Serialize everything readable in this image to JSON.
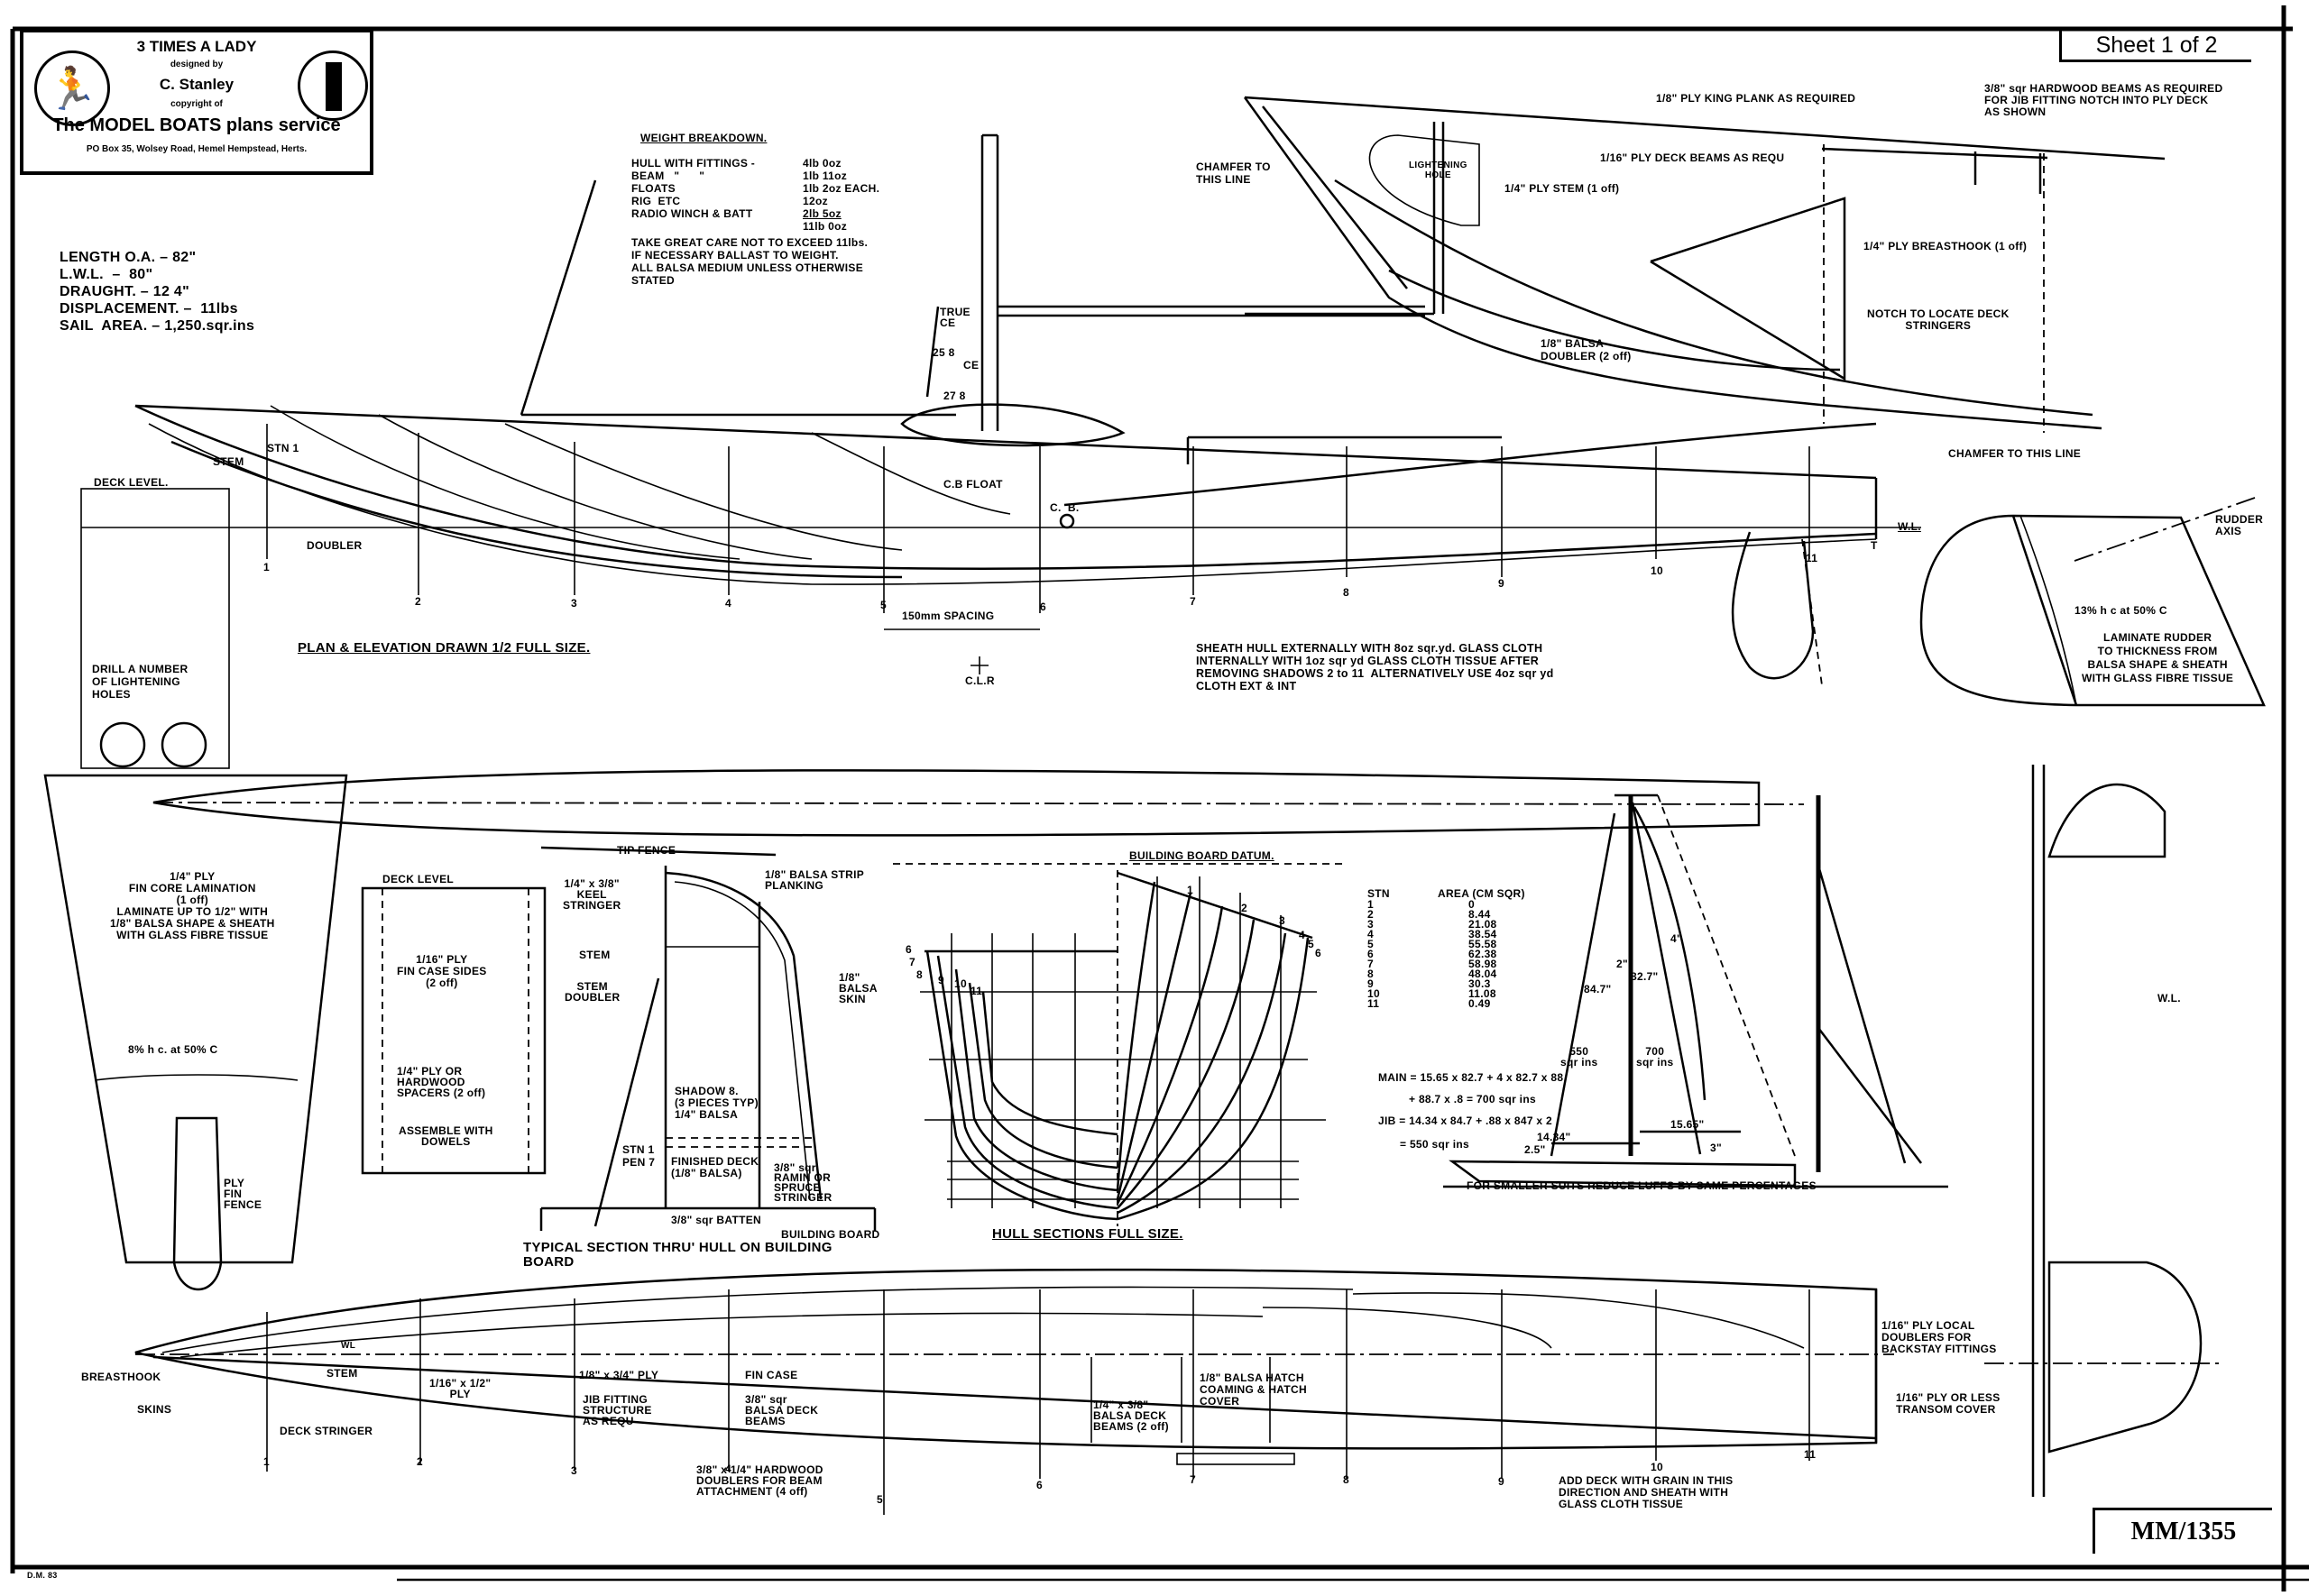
{
  "title_block": {
    "title": "3 TIMES A LADY",
    "designed_by_label": "designed by",
    "designer": "C. Stanley",
    "copyright_label": "copyright of",
    "publisher": "The MODEL BOATS plans service",
    "address": "PO Box 35, Wolsey Road, Hemel Hempstead, Herts.",
    "left_logo_icon": "running-figure-icon",
    "right_logo_icon": "bar-logo-icon"
  },
  "sheet_label": "Sheet 1 of 2",
  "drawing_number": "MM/1355",
  "drawn_by": "D.M. 83",
  "specs": [
    "LENGTH O.A. – 82\"",
    "L.W.L.  –  80\"",
    "DRAUGHT. – 12 4\"",
    "DISPLACEMENT. –  11lbs",
    "SAIL  AREA. – 1,250.sqr.ins"
  ],
  "weight_breakdown": {
    "title": "WEIGHT BREAKDOWN.",
    "rows": [
      {
        "item": "HULL WITH FITTINGS -",
        "value": "4lb 0oz"
      },
      {
        "item": "BEAM   \"      \"",
        "value": "1lb 11oz"
      },
      {
        "item": "FLOATS",
        "value": "1lb 2oz EACH."
      },
      {
        "item": "RIG  ETC",
        "value": "12oz"
      },
      {
        "item": "RADIO WINCH & BATT",
        "value": "2lb 5oz"
      }
    ],
    "total": "11lb 0oz",
    "notes": [
      "TAKE GREAT CARE NOT TO EXCEED 11lbs.",
      "IF NECESSARY BALLAST TO WEIGHT.",
      "ALL BALSA MEDIUM UNLESS OTHERWISE",
      "STATED"
    ]
  },
  "elevation": {
    "caption": "PLAN & ELEVATION DRAWN 1/2 FULL SIZE.",
    "labels": {
      "deck_level": "DECK LEVEL.",
      "stem": "STEM",
      "stn1": "STN 1",
      "doubler": "DOUBLER",
      "true_ce": "TRUE\nCE",
      "ce": "CE",
      "dim_25_8": "25 8",
      "dim_27_8": "27 8",
      "cb_float": "C.B FLOAT",
      "cb": "C.  B.",
      "spacing": "150mm SPACING",
      "wl": "W.L.",
      "clr": "C.L.R",
      "t": "T",
      "lightening": "DRILL A NUMBER\nOF LIGHTENING\nHOLES"
    },
    "stations": [
      "1",
      "2",
      "3",
      "4",
      "5",
      "6",
      "7",
      "8",
      "9",
      "10",
      "11"
    ]
  },
  "sheathing_note": "SHEATH HULL EXTERNALLY WITH 8oz sqr.yd. GLASS CLOTH\nINTERNALLY WITH 1oz sqr yd GLASS CLOTH TISSUE AFTER\nREMOVING SHADOWS 2 to 11  ALTERNATIVELY USE 4oz sqr yd\nCLOTH EXT & INT",
  "bow_detail": {
    "chamfer_1": "CHAMFER TO\nTHIS LINE",
    "lightening_hole": "LIGHTENING\nHOLE",
    "ply_stem": "1/4\" PLY STEM (1 off)",
    "king_plank": "1/8\" PLY KING PLANK AS REQUIRED",
    "deck_beams": "1/16\" PLY DECK BEAMS AS REQU",
    "hardwood_beams": "3/8\" sqr HARDWOOD BEAMS AS REQUIRED\nFOR JIB FITTING NOTCH INTO PLY DECK\nAS SHOWN",
    "breasthook": "1/4\" PLY BREASTHOOK (1 off)",
    "notch": "NOTCH TO LOCATE DECK\nSTRINGERS",
    "balsa_doubler": "1/8\" BALSA\nDOUBLER (2 off)",
    "chamfer_2": "CHAMFER TO THIS LINE"
  },
  "rudder": {
    "wl": "W.L.",
    "axis": "RUDDER\nAXIS",
    "section": "13% h c at 50% C",
    "note": "LAMINATE RUDDER\nTO THICKNESS FROM\nBALSA SHAPE & SHEATH\nWITH GLASS FIBRE TISSUE"
  },
  "fin": {
    "note": "1/4\" PLY\nFIN CORE LAMINATION\n(1 off)\nLAMINATE UP TO 1/2\" WITH\n1/8\" BALSA SHAPE & SHEATH\nWITH GLASS FIBRE TISSUE",
    "section": "8% h c. at 50% C",
    "fence": "PLY\nFIN\nFENCE"
  },
  "fin_case": {
    "deck_level": "DECK LEVEL",
    "sides": "1/16\" PLY\nFIN CASE SIDES\n(2 off)",
    "spacers": "1/4\" PLY OR\nHARDWOOD\nSPACERS (2 off)",
    "assemble": "ASSEMBLE WITH\nDOWELS"
  },
  "typical_section": {
    "tip_fence": "TIP FENCE",
    "keel_stringer": "1/4\" x 3/8\"\nKEEL\nSTRINGER",
    "planking": "1/8\" BALSA STRIP\nPLANKING",
    "stem": "STEM",
    "stem_doubler": "STEM\nDOUBLER",
    "skin": "1/8\"\nBALSA\nSKIN",
    "shadow": "SHADOW 8.\n(3 PIECES TYP)\n1/4\" BALSA",
    "stn1": "STN 1\nPEN 7",
    "finished_deck": "FINISHED DECK\n(1/8\" BALSA)",
    "stringer": "3/8\" sqr\nRAMIN OR\nSPRUCE\nSTRINGER",
    "batten": "3/8\" sqr BATTEN",
    "building_board": "BUILDING BOARD",
    "caption": "TYPICAL SECTION THRU' HULL ON BUILDING\nBOARD"
  },
  "hull_sections": {
    "datum": "BUILDING BOARD DATUM.",
    "caption": "HULL SECTIONS FULL SIZE.",
    "left_stations": [
      "6",
      "7",
      "8",
      "9",
      "10",
      "11"
    ],
    "right_stations": [
      "1",
      "2",
      "3",
      "4",
      "5",
      "6"
    ]
  },
  "section_areas": {
    "header_stn": "STN",
    "header_area": "AREA (CM SQR)",
    "rows": [
      {
        "stn": "1",
        "area": "0"
      },
      {
        "stn": "2",
        "area": "8.44"
      },
      {
        "stn": "3",
        "area": "21.08"
      },
      {
        "stn": "4",
        "area": "38.54"
      },
      {
        "stn": "5",
        "area": "55.58"
      },
      {
        "stn": "6",
        "area": "62.38"
      },
      {
        "stn": "7",
        "area": "58.98"
      },
      {
        "stn": "8",
        "area": "48.04"
      },
      {
        "stn": "9",
        "area": "30.3"
      },
      {
        "stn": "10",
        "area": "11.08"
      },
      {
        "stn": "11",
        "area": "0.49"
      }
    ]
  },
  "sail_calc": {
    "main_1": "MAIN = 15.65 x 82.7 + 4 x 82.7 x 88",
    "main_2": "+ 88.7 x .8 = 700 sqr ins",
    "jib_1": "JIB = 14.34 x 84.7 + .88 x 847 x 2",
    "jib_2": "= 550 sqr ins",
    "divisor": "2"
  },
  "sail_plan": {
    "jib_luff": "84.7\"",
    "main_luff": "82.7\"",
    "jib_area": "550\nsqr ins",
    "main_area": "700\nsqr ins",
    "jib_foot": "14.34\"",
    "main_foot": "15.65\"",
    "jib_tack": "2.5\"",
    "main_tack": "3\"",
    "mast_dim_1": "2\"",
    "mast_dim_2": "4\"",
    "wl": "W.L.",
    "note": "FOR SMALLER SUITS REDUCE LUFFS BY SAME PERCENTAGES"
  },
  "plan_view": {
    "breasthook": "BREASTHOOK",
    "skins": "SKINS",
    "stem": "STEM",
    "deck_stringer": "DECK STRINGER",
    "wl": "WL",
    "ply_half": "1/16\" x 1/2\"\nPLY",
    "ply_3_4": "1/8\" x 3/4\" PLY",
    "jib_fitting": "JIB FITTING\nSTRUCTURE\nAS REQU",
    "fin_case": "FIN CASE",
    "deck_beams": "3/8\" sqr\nBALSA DECK\nBEAMS",
    "hardwood_doublers": "3/8\" x 1/4\" HARDWOOD\nDOUBLERS FOR BEAM\nATTACHMENT (4 off)",
    "balsa_deck_beams": "1/4\" x 3/8\"\nBALSA DECK\nBEAMS (2 off)",
    "hatch": "1/8\" BALSA HATCH\nCOAMING & HATCH\nCOVER",
    "add_deck": "ADD DECK WITH GRAIN IN THIS\nDIRECTION AND SHEATH WITH\nGLASS CLOTH TISSUE",
    "local_doublers": "1/16\" PLY LOCAL\nDOUBLERS FOR\nBACKSTAY FITTINGS",
    "transom": "1/16\" PLY OR LESS\nTRANSOM COVER",
    "stations": [
      "1",
      "2",
      "3",
      "4",
      "5",
      "6",
      "7",
      "8",
      "9",
      "10",
      "11"
    ]
  },
  "misc": {
    "wl_side": "W.L."
  }
}
